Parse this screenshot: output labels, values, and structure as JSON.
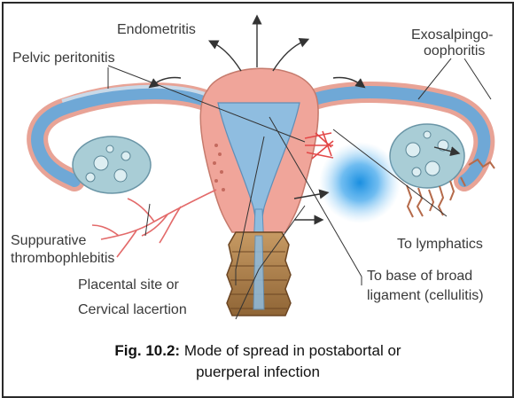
{
  "labels": {
    "endometritis": "Endometritis",
    "pelvic_peritonitis": "Pelvic peritonitis",
    "exosalpingo_1": "Exosalpingo-",
    "exosalpingo_2": "oophoritis",
    "suppurative_1": "Suppurative",
    "suppurative_2": "thrombophlebitis",
    "lymphatics": "To lymphatics",
    "placental_1": "Placental site or",
    "placental_2": "Cervical lacertion",
    "broad_1": "To base of broad",
    "broad_2": "ligament (cellulitis)"
  },
  "caption": {
    "figure_number": "Fig. 10.2:",
    "line1": "Mode of spread in postabortal or",
    "line2": "puerperal infection"
  },
  "colors": {
    "uterus_wall": "#f0a59a",
    "uterus_dark": "#d98678",
    "cavity": "#8fbde0",
    "tube_blue": "#6fa8d6",
    "ovary": "#a9cdd6",
    "cervix": "#b98a55",
    "vein": "#e36a6a",
    "cellulitis_glow": "#1a8fe0"
  }
}
